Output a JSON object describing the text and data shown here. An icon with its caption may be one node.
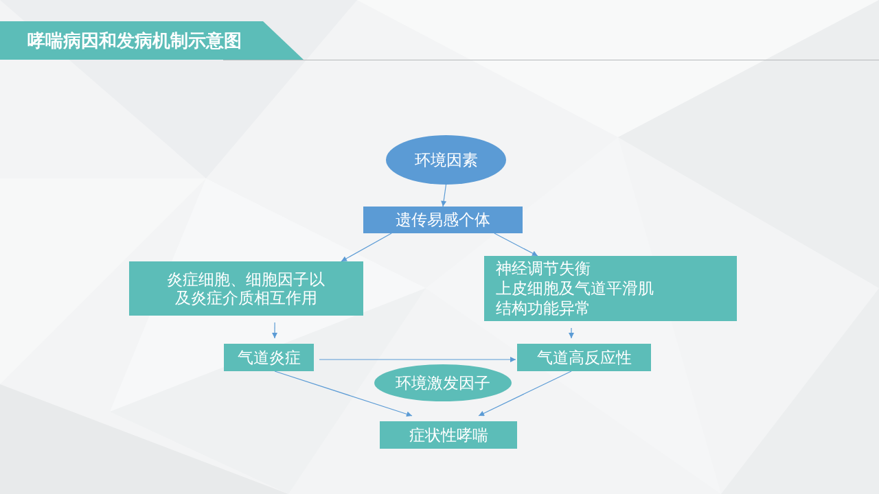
{
  "diagram": {
    "title": "哮喘病因和发病机制示意图",
    "nodes": [
      {
        "text": [
          "环境因素"
        ]
      },
      {
        "text": [
          "遗传易感个体"
        ]
      },
      {
        "text": [
          "炎症细胞、细胞因子以及炎症介质相互作用"
        ]
      },
      {
        "text": [
          "神经调节失衡",
          "上皮细胞及气道平滑肌结构功能异常"
        ]
      },
      {
        "text": [
          "气道炎症"
        ]
      },
      {
        "text": [
          "气道高反应性"
        ]
      },
      {
        "text": [
          "环境激发因子"
        ]
      },
      {
        "text": [
          "症状性哮喘"
        ]
      }
    ],
    "edges": [
      {
        "from": 0,
        "to": 1,
        "arrow": "to"
      },
      {
        "from": 1,
        "to": 2,
        "arrow": "to"
      },
      {
        "from": 1,
        "to": 3,
        "arrow": "to"
      },
      {
        "from": 2,
        "to": 4,
        "arrow": "to"
      },
      {
        "from": 3,
        "to": 5,
        "arrow": "to"
      },
      {
        "from": 4,
        "to": 5,
        "arrow": "to"
      },
      {
        "from": 4,
        "to": 7,
        "arrow": "to"
      },
      {
        "from": 5,
        "to": 7,
        "arrow": "to"
      }
    ]
  }
}
